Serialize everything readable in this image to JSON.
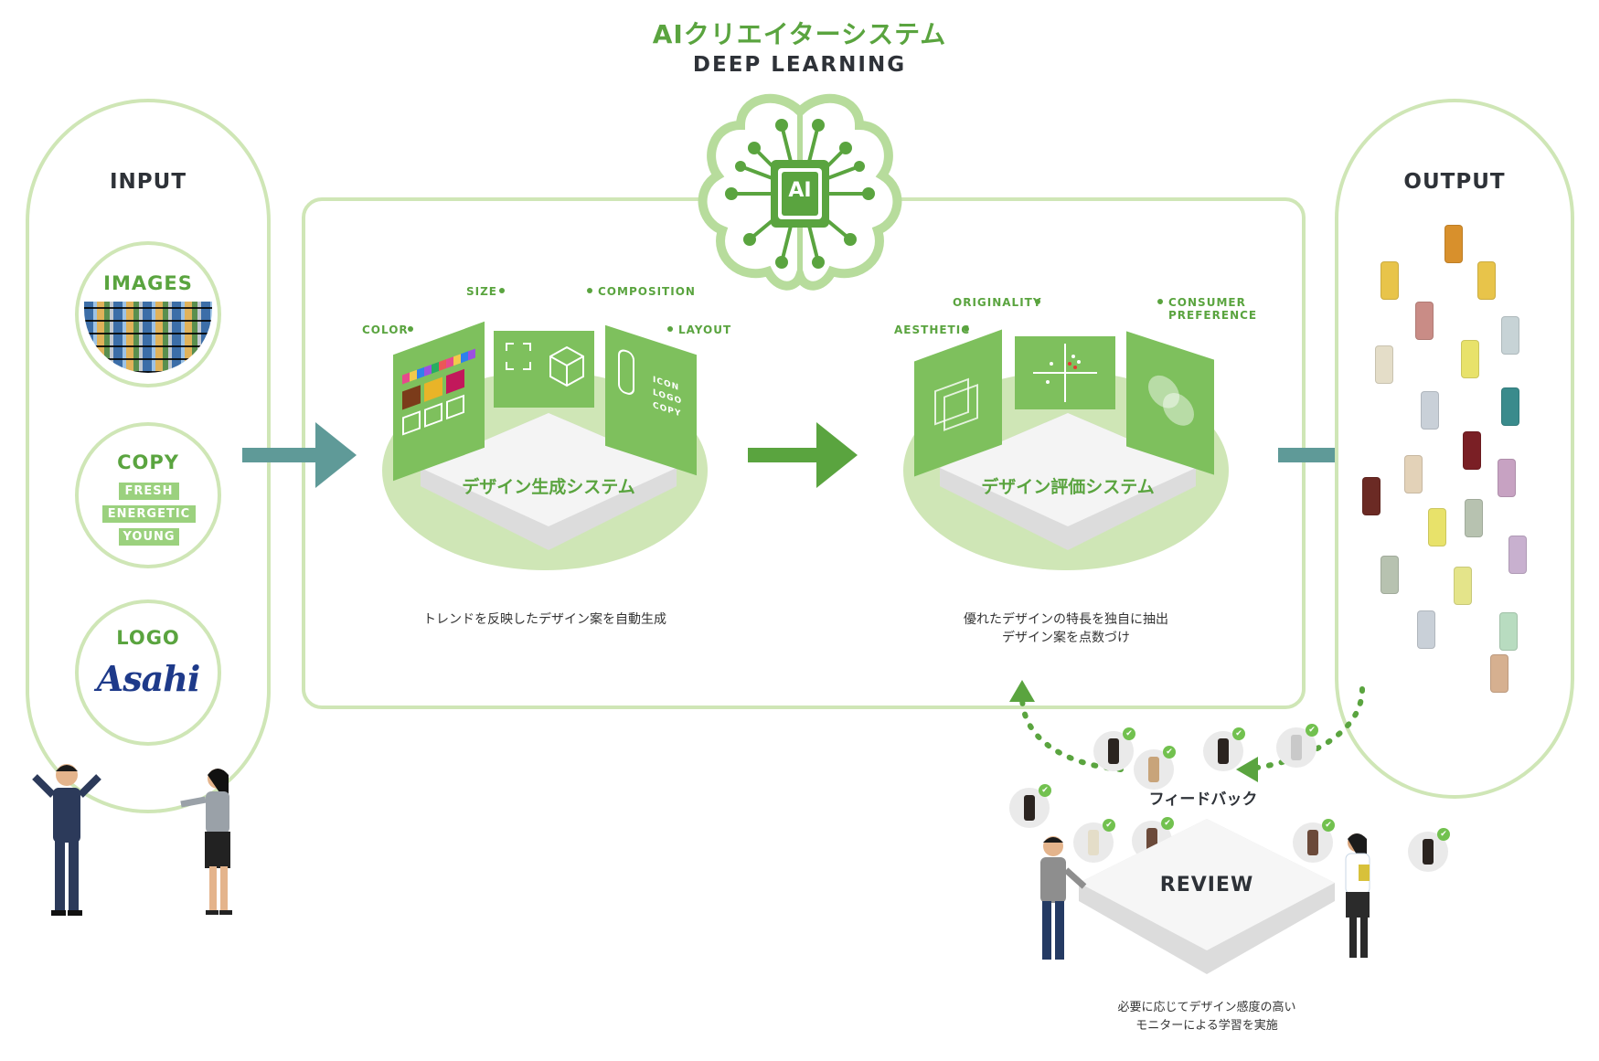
{
  "header": {
    "title": "AIクリエイターシステム",
    "subtitle": "DEEP LEARNING",
    "chip_label": "AI"
  },
  "input": {
    "heading": "INPUT",
    "images_label": "IMAGES",
    "copy_label": "COPY",
    "copy_tags": [
      "FRESH",
      "ENERGETIC",
      "YOUNG"
    ],
    "logo_label": "LOGO",
    "logo_text": "Asahi"
  },
  "output": {
    "heading": "OUTPUT",
    "can_colors": [
      "#d8902c",
      "#e8c44a",
      "#e8c44a",
      "#c98c86",
      "#c7d3d6",
      "#e4ddc8",
      "#e8e26a",
      "#c9d0d8",
      "#3a8b8c",
      "#7a1f25",
      "#e3d2b8",
      "#c7a2c2",
      "#6b2a24",
      "#e8e26a",
      "#b7c2b0",
      "#c8b0cf",
      "#b7c2b0",
      "#e4e48a",
      "#c9d0d8",
      "#b8dcc0",
      "#d6b090"
    ]
  },
  "generation": {
    "labels": [
      "COLOR",
      "SIZE",
      "COMPOSITION",
      "LAYOUT"
    ],
    "panel_texts": [
      "ICON",
      "LOGO",
      "COPY"
    ],
    "platform": "デザイン生成システム",
    "caption": "トレンドを反映したデザイン案を自動生成"
  },
  "evaluation": {
    "labels": [
      "AESTHETIC",
      "ORIGINALITY",
      "CONSUMER",
      "PREFERENCE"
    ],
    "platform": "デザイン評価システム",
    "caption_lines": [
      "優れたデザインの特長を独自に抽出",
      "デザイン案を点数づけ"
    ]
  },
  "feedback": {
    "label": "フィードバック",
    "review_label": "REVIEW",
    "caption_lines": [
      "必要に応じてデザイン感度の高い",
      "モニターによる学習を実施"
    ]
  },
  "colors": {
    "accent": "#5aa43f",
    "pale_green": "#cfe6b6",
    "teal_arrow": "#5f9a98",
    "panel_green": "#7ec05d"
  }
}
